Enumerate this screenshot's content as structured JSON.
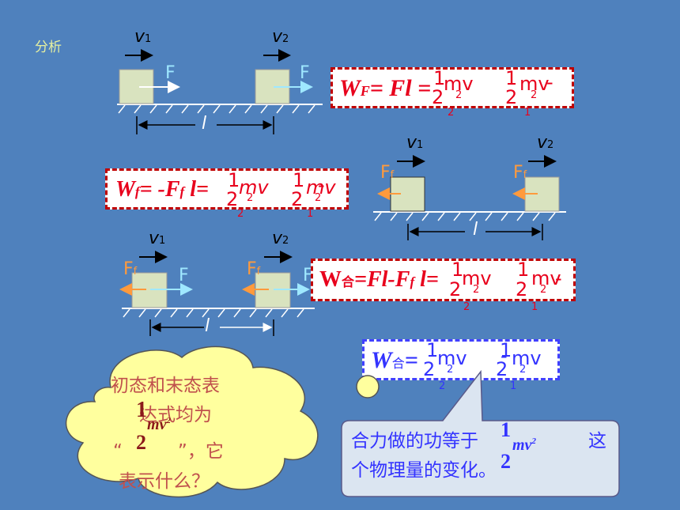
{
  "header": {
    "label": "分析"
  },
  "labels": {
    "v1_base": "v",
    "v1_sub": "1",
    "v2_base": "v",
    "v2_sub": "2",
    "F": "F",
    "Ff_base": "F",
    "Ff_sub": "f",
    "l": "l"
  },
  "formulas": {
    "wf_head": "W",
    "wf_head_sub": "F",
    "wf_eq": "= Fl =",
    "wfr_head": "W",
    "wfr_head_sub": "f",
    "wfr_eq": "= -F",
    "wfr_eq_sub": "f",
    "wfr_eq_tail": " l=",
    "wh_head": "W",
    "wh_head_sub": "合",
    "wh_eq": "=Fl-F",
    "wh_eq_sub": "f",
    "wh_eq_tail": " l=",
    "whb_head": "W",
    "whb_head_sub": "合",
    "whb_eq": "=",
    "one": "1",
    "two": "2",
    "mv": "mv",
    "minus": "-",
    "sub1": "1",
    "sub2": "2",
    "sq": "2"
  },
  "bubble_left": {
    "line1": "初态和末态表",
    "line2": "达式均为",
    "line3_open": "“",
    "line3_close": "”，它",
    "line4": "表示什么？",
    "frac_num": "1",
    "frac_den": "2",
    "frac_mv": "mv",
    "frac_sq": "2"
  },
  "bubble_right": {
    "line1_a": "合力做的功等于",
    "line1_b": "这",
    "line2": "个物理量的变化。",
    "frac_num": "1",
    "frac_den": "2",
    "frac_mv": "mv",
    "frac_sq": "2"
  }
}
